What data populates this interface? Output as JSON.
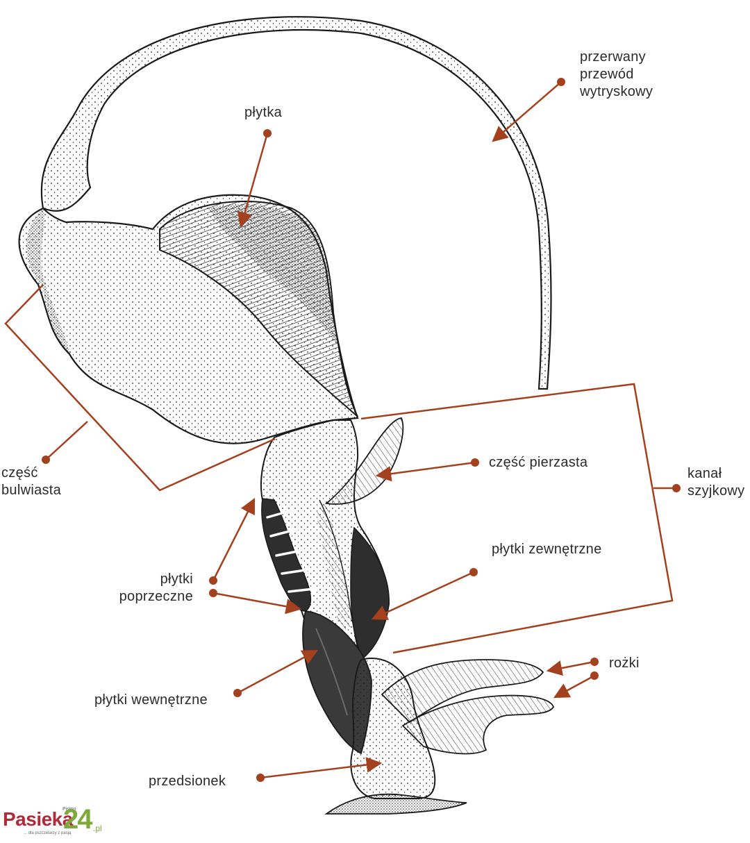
{
  "labels": {
    "plytka": "płytka",
    "przewod": [
      "przerwany",
      "przewód",
      "wytryskowy"
    ],
    "czesc_bulwiasta": [
      "część",
      "bulwiasta"
    ],
    "czesc_pierzasta": "część pierzasta",
    "kanal": [
      "kanał",
      "szyjkowy"
    ],
    "plytki_zewnetrzne": "płytki zewnętrzne",
    "plytki_poprzeczne": [
      "płytki",
      "poprzeczne"
    ],
    "rozki": "rożki",
    "plytki_wewnetrzne": "płytki wewnętrzne",
    "przedsionek": "przedsionek"
  },
  "logo": {
    "pismo": "Pismo",
    "name": "Pasieka",
    "number": "24",
    "domain": ".pl",
    "tagline": "... dla pszczelarzy z pasją"
  },
  "colors": {
    "leader": "#a3401d",
    "ink": "#1a1a1a",
    "dark_fill": "#2e2e2e",
    "mid_fill": "#6a6a6a",
    "logo_red": "#b02a3a",
    "logo_green": "#7ea83b"
  }
}
